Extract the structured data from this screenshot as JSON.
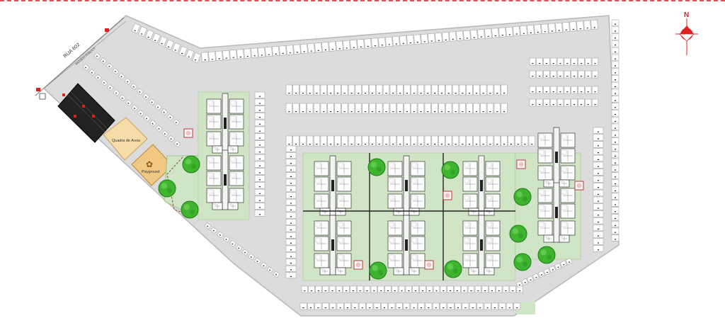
{
  "map": {
    "street_label": "RUA 602",
    "sidewalk_label": "PASSEIO PÚBLICO",
    "court_label": "Quadra de Areia",
    "playground_label": "Playground",
    "north_label": "N"
  },
  "colors": {
    "border": "#e05050",
    "site_fill": "#dcdcdc",
    "site_stroke": "#b8b8b8",
    "parking": "#ffffff",
    "green": "#cfe5c6",
    "tree": "#3fb52f",
    "tree_dark": "#1e7a16",
    "court": "#f6dca8",
    "playground": "#e8c27a",
    "building": "#222222",
    "north_red": "#e02020"
  },
  "legend": {
    "icons": [
      "compass-icon",
      "tree-icon",
      "building-icon",
      "parking-icon"
    ]
  }
}
